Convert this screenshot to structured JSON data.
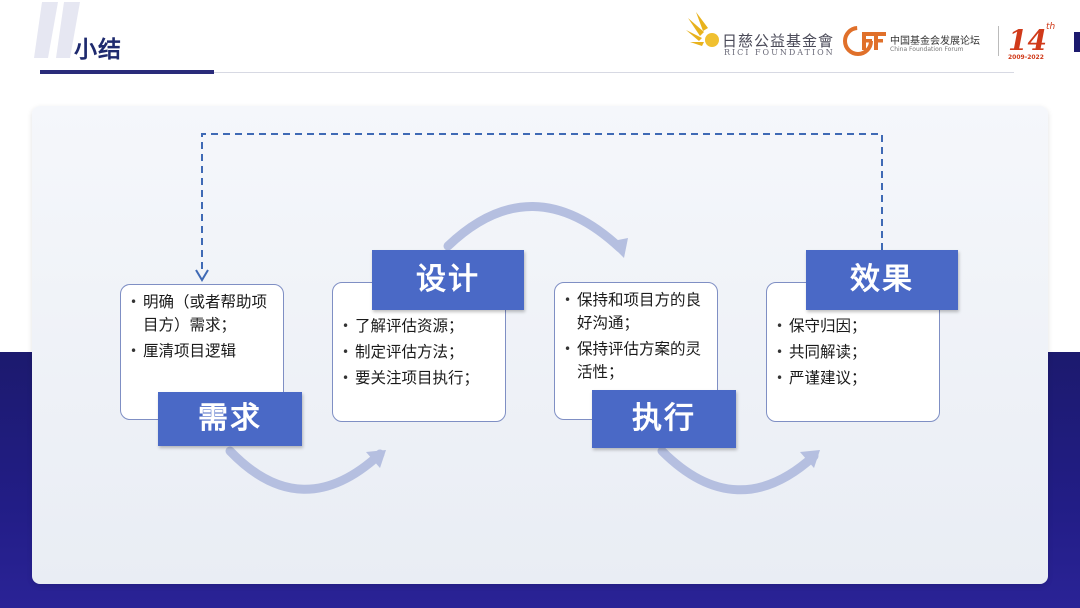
{
  "header": {
    "title": "小结"
  },
  "logos": {
    "rici_cn": "日慈公益基金會",
    "rici_en": "RICI FOUNDATION",
    "cff_cn": "中国基金会发展论坛",
    "cff_en": "China Foundation Forum",
    "anniversary_number": "14",
    "anniversary_suffix": "th",
    "anniversary_years": "2009-2022"
  },
  "colors": {
    "label_blue": "#4a69c6",
    "box_border": "#7f8fc4",
    "arrow": "#b5bfe0",
    "dashed": "#3f6ab5",
    "band": "#1c1a6e"
  },
  "stages": [
    {
      "label": "需求",
      "items": [
        "明确（或者帮助项目方）需求；",
        "厘清项目逻辑"
      ]
    },
    {
      "label": "设计",
      "items": [
        "了解评估资源；",
        "制定评估方法；",
        "要关注项目执行；"
      ]
    },
    {
      "label": "执行",
      "items": [
        "保持和项目方的良好沟通；",
        "保持评估方案的灵活性；"
      ]
    },
    {
      "label": "效果",
      "items": [
        "保守归因；",
        "共同解读；",
        "严谨建议；"
      ]
    }
  ]
}
